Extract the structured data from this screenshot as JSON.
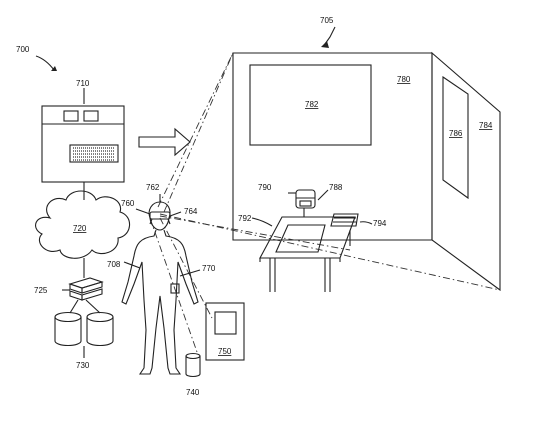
{
  "figure": {
    "ref_700": "700",
    "ref_705": "705",
    "ref_710": "710",
    "ref_720": "720",
    "ref_725": "725",
    "ref_730": "730",
    "ref_740": "740",
    "ref_750": "750",
    "ref_760": "760",
    "ref_762": "762",
    "ref_764": "764",
    "ref_708": "708",
    "ref_770": "770",
    "ref_780": "780",
    "ref_782": "782",
    "ref_784": "784",
    "ref_786": "786",
    "ref_788": "788",
    "ref_790": "790",
    "ref_792": "792",
    "ref_794": "794"
  },
  "colors": {
    "line": "#222222",
    "background": "#ffffff"
  }
}
